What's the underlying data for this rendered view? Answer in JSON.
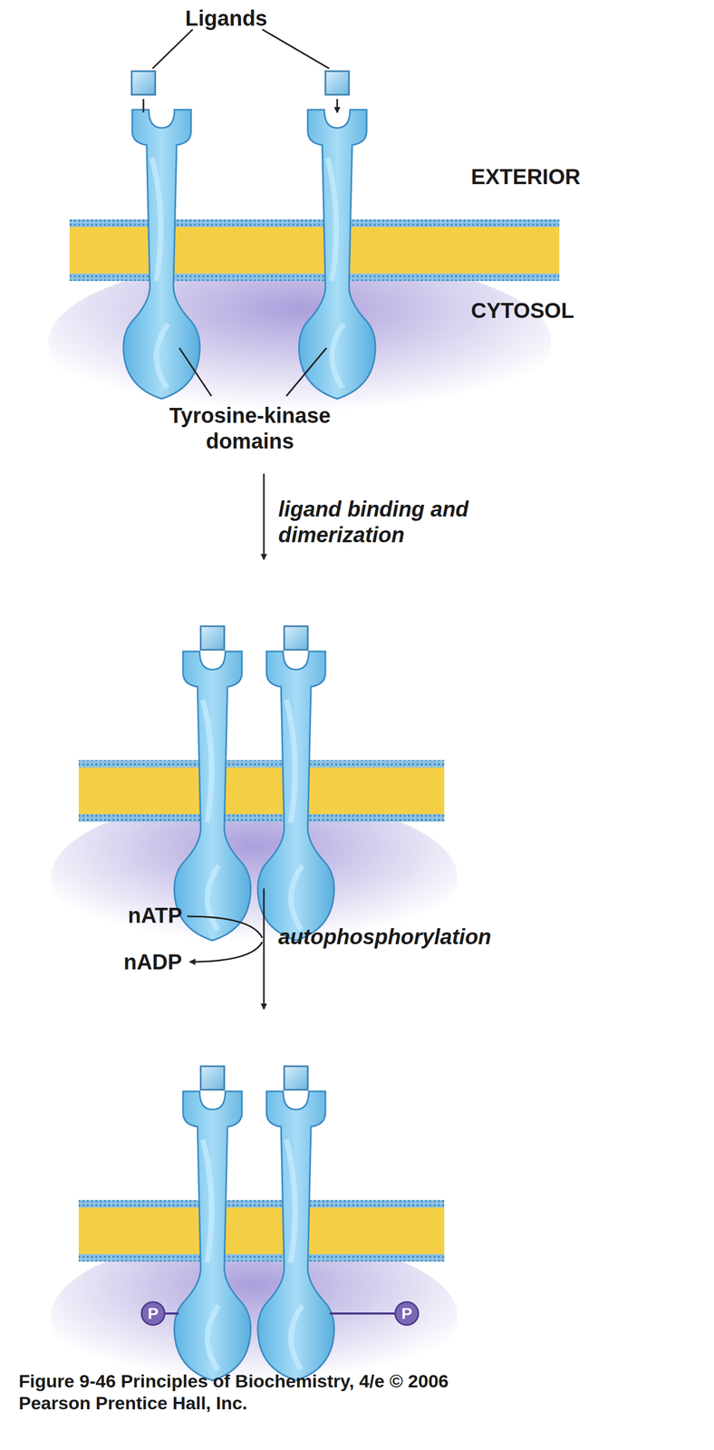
{
  "diagram": {
    "caption": "Figure 9-46 Principles of Biochemistry, 4/e © 2006 Pearson Prentice Hall, Inc.",
    "nodes": [
      {
        "text": [
          "P"
        ]
      },
      {
        "text": [
          "P"
        ]
      }
    ],
    "labels": [
      "Ligands",
      "EXTERIOR",
      "CYTOSOL",
      "Tyrosine-kinase domains",
      "ligand binding and dimerization",
      "nATP",
      "nADP",
      "autophosphorylation"
    ]
  }
}
